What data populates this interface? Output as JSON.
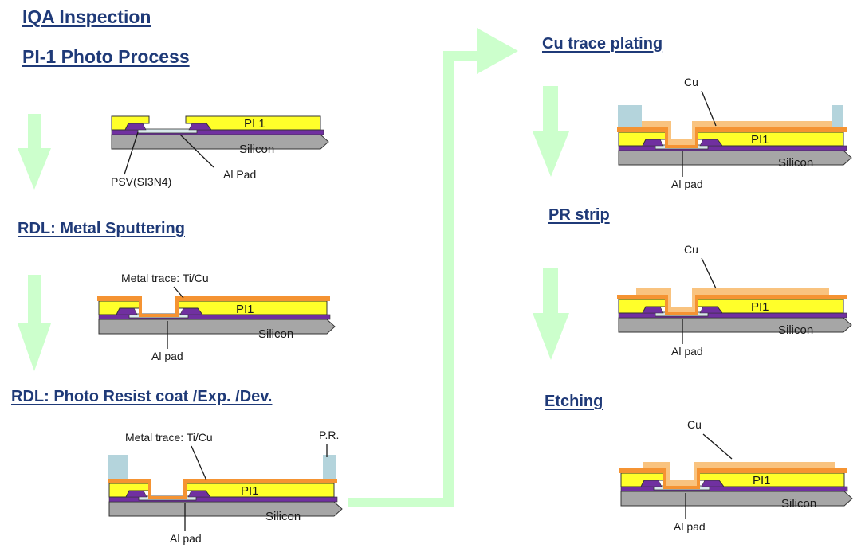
{
  "headings": {
    "iqa": "IQA Inspection",
    "pi1": "PI-1 Photo Process",
    "sputter": "RDL: Metal Sputtering",
    "resist": "RDL: Photo Resist coat /Exp. /Dev.",
    "plating": "Cu trace plating",
    "strip": "PR strip",
    "etching": "Etching"
  },
  "labels": {
    "silicon": "Silicon",
    "pi_1_spaced": "PI 1",
    "pi1": "PI1",
    "psv": "PSV(SI3N4)",
    "al_pad_caps": "Al Pad",
    "al_pad": "Al pad",
    "metal_trace": "Metal trace: Ti/Cu",
    "pr": "P.R.",
    "cu": "Cu"
  },
  "colors": {
    "silicon": "#a6a6a6",
    "pi": "#ffff2a",
    "psv": "#7030a0",
    "al_pad": "#d9e8ec",
    "metal": "#f59332",
    "cu": "#f9c37f",
    "photo_resist": "#b4d4dc",
    "flow_arrow": "#ccffcc",
    "heading": "#1f3a78"
  }
}
